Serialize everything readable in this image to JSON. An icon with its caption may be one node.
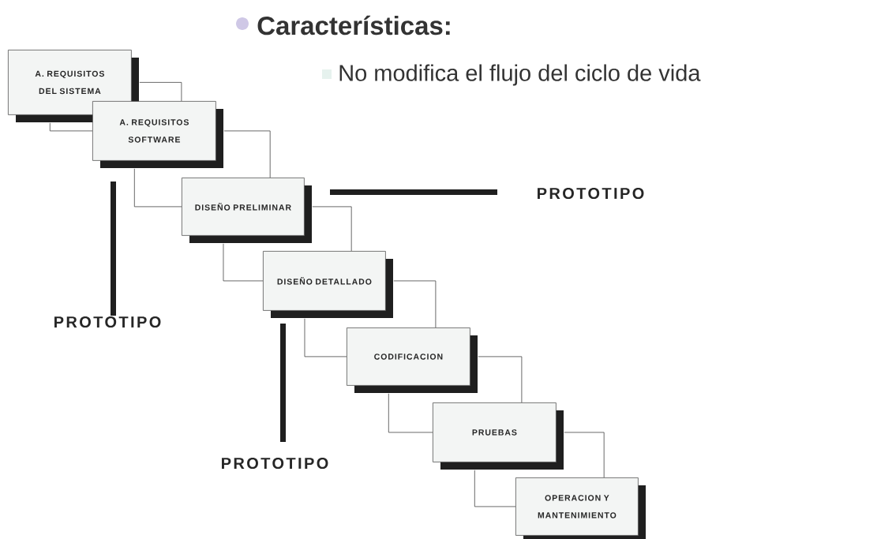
{
  "diagram": {
    "title": "Características:",
    "nodes": [
      {
        "text": [
          "A. REQUISITOS DEL SISTEMA"
        ]
      },
      {
        "text": [
          "A. REQUISITOS SOFTWARE"
        ]
      },
      {
        "text": [
          "DISEÑO PRELIMINAR"
        ]
      },
      {
        "text": [
          "DISEÑO DETALLADO"
        ]
      },
      {
        "text": [
          "CODIFICACION"
        ]
      },
      {
        "text": [
          "PRUEBAS"
        ]
      },
      {
        "text": [
          "OPERACION Y MANTENIMIENTO"
        ]
      }
    ],
    "edges": [
      {
        "from": 0,
        "to": 1,
        "arrow": "none"
      },
      {
        "from": 1,
        "to": 0,
        "arrow": "none"
      },
      {
        "from": 1,
        "to": 2,
        "arrow": "none"
      },
      {
        "from": 2,
        "to": 1,
        "arrow": "none"
      },
      {
        "from": 2,
        "to": 3,
        "arrow": "none"
      },
      {
        "from": 3,
        "to": 2,
        "arrow": "none"
      },
      {
        "from": 3,
        "to": 4,
        "arrow": "none"
      },
      {
        "from": 4,
        "to": 3,
        "arrow": "none"
      },
      {
        "from": 4,
        "to": 5,
        "arrow": "none"
      },
      {
        "from": 5,
        "to": 4,
        "arrow": "none"
      },
      {
        "from": 5,
        "to": 6,
        "arrow": "none"
      },
      {
        "from": 6,
        "to": 5,
        "arrow": "none"
      }
    ],
    "labels": [
      "No modifica el flujo del ciclo de vida",
      "PROTOTIPO",
      "PROTOTIPO",
      "PROTOTIPO"
    ]
  }
}
